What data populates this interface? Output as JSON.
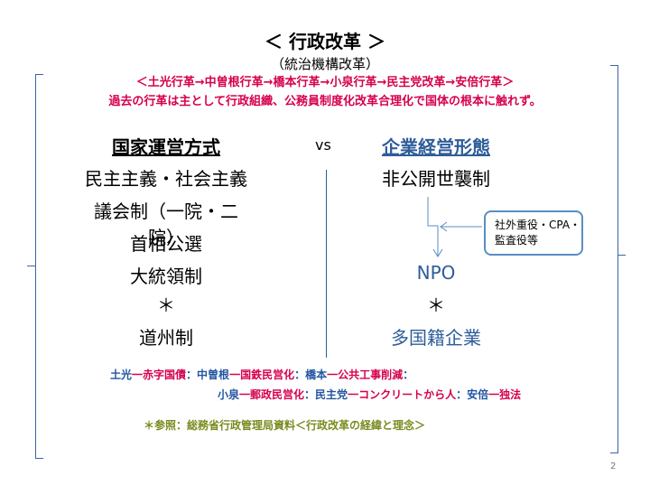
{
  "title": "＜ 行政改革 ＞",
  "subtitle": "（統治機構改革）",
  "history": "＜土光行革→中曽根行革→橋本行革→小泉行革→民主党改革→安倍行革＞",
  "note": "過去の行革は主として行政組織、公務員制度化改革合理化で国体の根本に触れず。",
  "left_column": {
    "header": "国家運営方式",
    "items": [
      "民主主義・社会主義",
      "議会制（一院・二院）",
      "首相公選",
      "大統領制",
      "＊",
      "道州制"
    ]
  },
  "vs_label": "vs",
  "right_column": {
    "header": "企業経営形態",
    "items": [
      "非公開世襲制",
      "NPO",
      "＊",
      "多国籍企業"
    ]
  },
  "callout": {
    "line1": "社外重役・CPA・",
    "line2": "監査役等"
  },
  "footnote": {
    "doko_name": "土光",
    "doko_item": "一赤字国債",
    "sep1": "：",
    "nakasone_name": "中曽根",
    "nakasone_item": "一国鉄民営化",
    "sep2": "：",
    "hashimoto_name": "橋本",
    "hashimoto_item": "一公共工事削減",
    "sep3": "：",
    "koizumi_name": "小泉",
    "koizumi_item": "一郵政民営化",
    "sep4": "：",
    "minshu_name": "民主党",
    "minshu_item": "一コンクリートから人",
    "sep5": "：",
    "abe_name": "安倍",
    "abe_item": "一独法"
  },
  "reference": "＊参照：総務省行政管理局資料＜行政改革の経緯と理念＞",
  "page_number": "2",
  "colors": {
    "accent_red": "#d6004d",
    "accent_blue": "#2e5d9a",
    "olive": "#7a8a1e"
  }
}
